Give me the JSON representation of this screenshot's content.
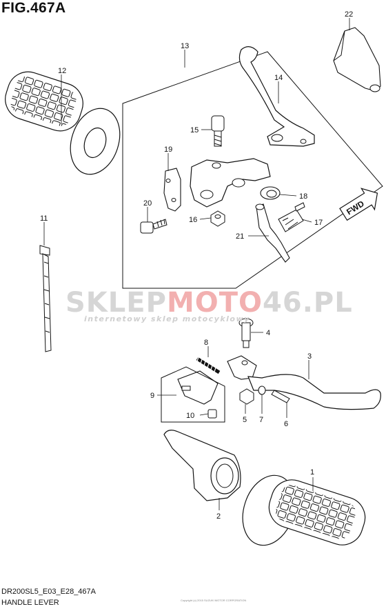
{
  "figure": {
    "title": "FIG.467A",
    "code": "DR200SL5_E03_E28_467A",
    "name": "HANDLE LEVER",
    "copyright_tiny": "Copyright (c) 2015 SUZUKI MOTOR CORPORATION"
  },
  "watermark": {
    "brand_part1": "SKLEP",
    "brand_part2": "MOTO",
    "brand_part3": "46.PL",
    "tagline": "internetowy sklep motocyklowy",
    "colors": {
      "gray": "#d6d6d6",
      "red": "#f2b0b0"
    }
  },
  "direction_badge": {
    "text": "FWD"
  },
  "callouts": [
    {
      "id": "c1",
      "label": "1"
    },
    {
      "id": "c2",
      "label": "2"
    },
    {
      "id": "c3",
      "label": "3"
    },
    {
      "id": "c4",
      "label": "4"
    },
    {
      "id": "c5",
      "label": "5"
    },
    {
      "id": "c6",
      "label": "6"
    },
    {
      "id": "c7",
      "label": "7"
    },
    {
      "id": "c8",
      "label": "8"
    },
    {
      "id": "c9",
      "label": "9"
    },
    {
      "id": "c10",
      "label": "10"
    },
    {
      "id": "c11",
      "label": "11"
    },
    {
      "id": "c12",
      "label": "12"
    },
    {
      "id": "c13",
      "label": "13"
    },
    {
      "id": "c14",
      "label": "14"
    },
    {
      "id": "c15",
      "label": "15"
    },
    {
      "id": "c16",
      "label": "16"
    },
    {
      "id": "c17",
      "label": "17"
    },
    {
      "id": "c18",
      "label": "18"
    },
    {
      "id": "c19",
      "label": "19"
    },
    {
      "id": "c20",
      "label": "20"
    },
    {
      "id": "c21",
      "label": "21"
    },
    {
      "id": "c22",
      "label": "22"
    }
  ]
}
